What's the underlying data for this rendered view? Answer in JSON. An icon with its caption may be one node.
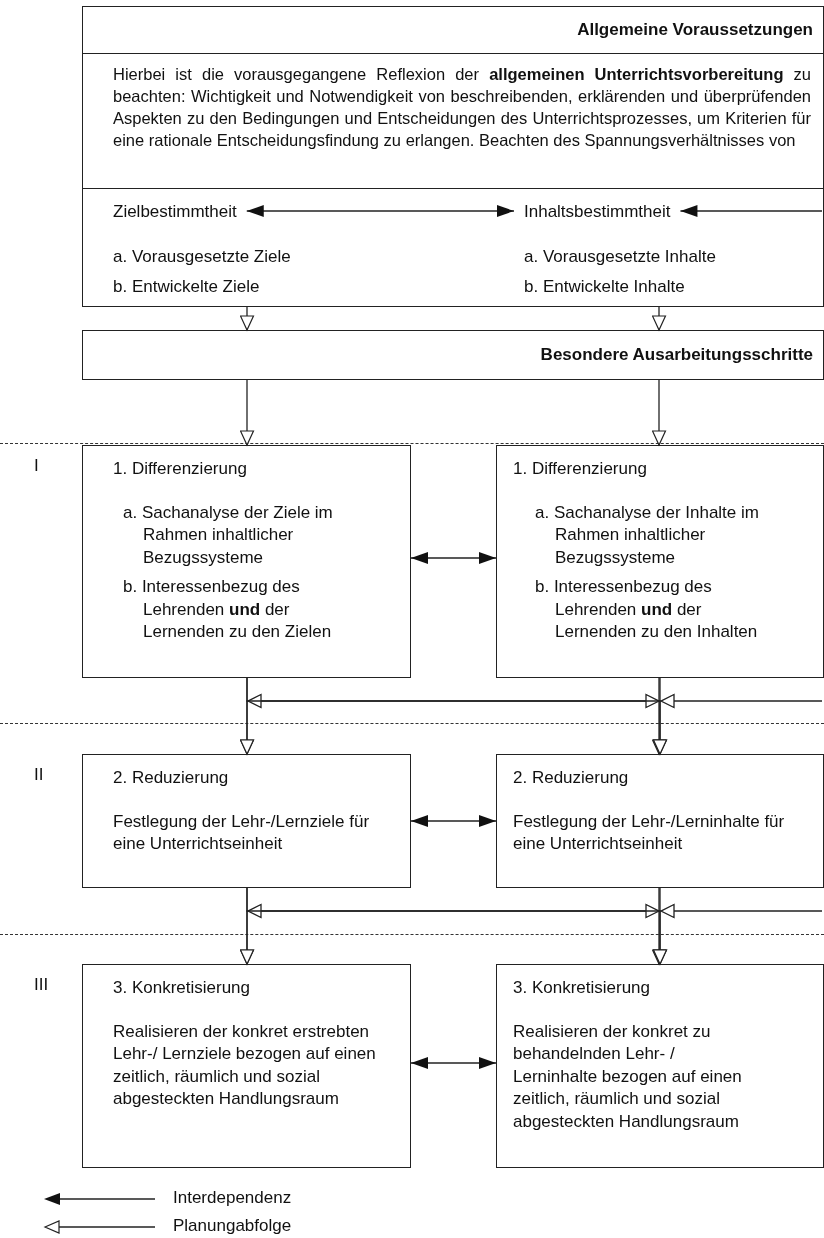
{
  "diagram": {
    "nodes": [
      {
        "text": [
          "Allgemeine Voraussetzungen",
          "Hierbei ist die vorausgegangene Reflexion der **allgemeinen Unterrichtsvorbereitung** zu beachten: Wichtigkeit und Notwendigkeit von beschreibenden, erklärenden und überprüfenden Aspekten zu den Bedingungen und Entscheidungen des Unterrichtsprozesses, um Kriterien für eine rationale Entscheidungsfindung zu erlangen. Beachten des Spannungsverhältnisses von"
        ]
      },
      {
        "text": [
          "Zielbestimmtheit"
        ],
        "in": 0,
        "beside": [
          "a. Vorausgesetzte Ziele",
          "b. Entwickelte Ziele"
        ]
      },
      {
        "text": [
          "Inhaltsbestimmtheit"
        ],
        "in": 0,
        "beside": [
          "a. Vorausgesetzte Inhalte",
          "b. Entwickelte Inhalte"
        ]
      },
      {
        "text": [
          "Besondere Ausarbeitungsschritte"
        ]
      },
      {
        "text": [
          "1. Differenzierung",
          "a. Sachanalyse der Ziele im Rahmen inhaltlicher Bezugssysteme",
          "b. Interessenbezug des Lehrenden **und** der Lernenden zu den Zielen"
        ]
      },
      {
        "text": [
          "1. Differenzierung",
          "a. Sachanalyse der Inhalte im Rahmen inhaltlicher Bezugssysteme",
          "b. Interessenbezug des Lehrenden **und** der Lernenden zu den Inhalten"
        ]
      },
      {
        "text": [
          "2. Reduzierung",
          "Festlegung der Lehr-/Lernziele für eine Unterrichtseinheit"
        ]
      },
      {
        "text": [
          "2. Reduzierung",
          "Festlegung der Lehr-/Lerninhalte für eine Unterrichtseinheit"
        ]
      },
      {
        "text": [
          "3. Konkretisierung",
          "Realisieren der konkret erstrebten Lehr-/ Lernziele bezogen auf einen zeitlich, räumlich und sozial abgesteckten Handlungsraum"
        ]
      },
      {
        "text": [
          "3. Konkretisierung",
          "Realisieren der konkret zu behandelnden Lehr- / Lerninhalte bezogen auf einen zeitlich, räumlich und sozial abgesteckten Handlungsraum"
        ]
      }
    ],
    "edges": [
      {
        "from": 1,
        "to": 2,
        "arrow": "both"
      },
      {
        "from": null,
        "to": 2,
        "arrow": "to"
      },
      {
        "from": 0,
        "to": 3,
        "arrow": "to"
      },
      {
        "from": 0,
        "to": 3,
        "arrow": "to"
      },
      {
        "from": 3,
        "to": 4,
        "arrow": "to"
      },
      {
        "from": 3,
        "to": 5,
        "arrow": "to"
      },
      {
        "from": 4,
        "to": 5,
        "arrow": "both"
      },
      {
        "from": 4,
        "to": 6,
        "arrow": "to"
      },
      {
        "from": 5,
        "to": 7,
        "arrow": "to"
      },
      {
        "from": 4,
        "to": 7,
        "arrow": "to"
      },
      {
        "from": 5,
        "to": 6,
        "arrow": "to"
      },
      {
        "from": null,
        "to": 7,
        "arrow": "to"
      },
      {
        "from": 6,
        "to": 7,
        "arrow": "both"
      },
      {
        "from": 6,
        "to": 8,
        "arrow": "to"
      },
      {
        "from": 7,
        "to": 9,
        "arrow": "to"
      },
      {
        "from": 6,
        "to": 9,
        "arrow": "to"
      },
      {
        "from": 7,
        "to": 8,
        "arrow": "to"
      },
      {
        "from": null,
        "to": 9,
        "arrow": "to"
      },
      {
        "from": 8,
        "to": 9,
        "arrow": "both"
      }
    ],
    "labels": [
      "I",
      "II",
      "III"
    ],
    "legend": [
      {
        "text": "Interdependenz"
      },
      {
        "text": "Planungabfolge"
      }
    ]
  }
}
